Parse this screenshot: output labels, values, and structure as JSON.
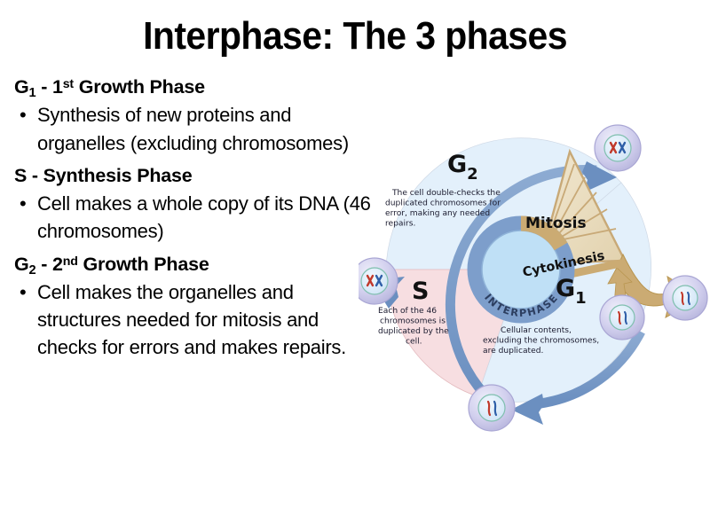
{
  "slide": {
    "title": "Interphase: The 3 phases",
    "background": "#ffffff"
  },
  "content": {
    "sections": [
      {
        "heading_main": "G",
        "heading_sub": "1",
        "heading_rest_pre": " - 1",
        "heading_sup": "st",
        "heading_rest_post": " Growth Phase",
        "bullet_marker": "•",
        "bullet_text": "Synthesis of new proteins and organelles (excluding chromosomes)"
      },
      {
        "heading_plain": "S - Synthesis Phase",
        "bullet_marker": "•",
        "bullet_text": "Cell makes a whole copy of its DNA (46 chromosomes)"
      },
      {
        "heading_main": "G",
        "heading_sub": "2",
        "heading_rest_pre": " - 2",
        "heading_sup": "nd",
        "heading_rest_post": " Growth Phase",
        "bullet_marker": "•",
        "bullet_text": "Cell makes the organelles and structures needed for mitosis and checks for errors and makes repairs."
      }
    ]
  },
  "diagram": {
    "name": "cell-cycle-diagram",
    "center_ring_label": "INTERPHASE",
    "phases": {
      "g2": {
        "label_main": "G",
        "label_sub": "2",
        "description_lines": [
          "The cell double-checks the",
          "duplicated chromosomes for",
          "error, making any needed",
          "repairs."
        ],
        "wedge_color": "#e3f0fb"
      },
      "g1": {
        "label_main": "G",
        "label_sub": "1",
        "description_lines": [
          "Cellular contents,",
          "excluding the chromosomes,",
          "are duplicated."
        ],
        "wedge_color": "#e3f0fb"
      },
      "s": {
        "label_main": "S",
        "description_lines": [
          "Each of the 46",
          "chromosomes is",
          "duplicated by the",
          "cell."
        ],
        "wedge_color": "#f7dee1"
      },
      "mitosis": {
        "label": "Mitosis",
        "fan_color": "#ece0c4",
        "stripe_color": "#c8a977",
        "arrow_color": "#cbab73"
      },
      "cytokinesis": {
        "label": "Cytokinesis",
        "marker_color": "#b57cc9"
      }
    },
    "colors": {
      "outer_ring": "#6e92c2",
      "inner_ring": "#7d9ecb",
      "inner_disc": "#bfe0f6",
      "cell_body": "#ccccea",
      "cell_nucleus": "#d9e9f8",
      "chromosome_red": "#c0392b",
      "chromosome_blue": "#2f5fa8",
      "text_dark": "#1a1a2e"
    },
    "cell_markers": [
      {
        "name": "cell-g2-top",
        "chromosomes": "duplicated-x"
      },
      {
        "name": "cell-daughter-right-far",
        "chromosomes": "single-strands"
      },
      {
        "name": "cell-daughter-right-near",
        "chromosomes": "single-strands"
      },
      {
        "name": "cell-g1-bottom",
        "chromosomes": "single-strands"
      },
      {
        "name": "cell-s-left",
        "chromosomes": "duplicated-x"
      }
    ]
  }
}
